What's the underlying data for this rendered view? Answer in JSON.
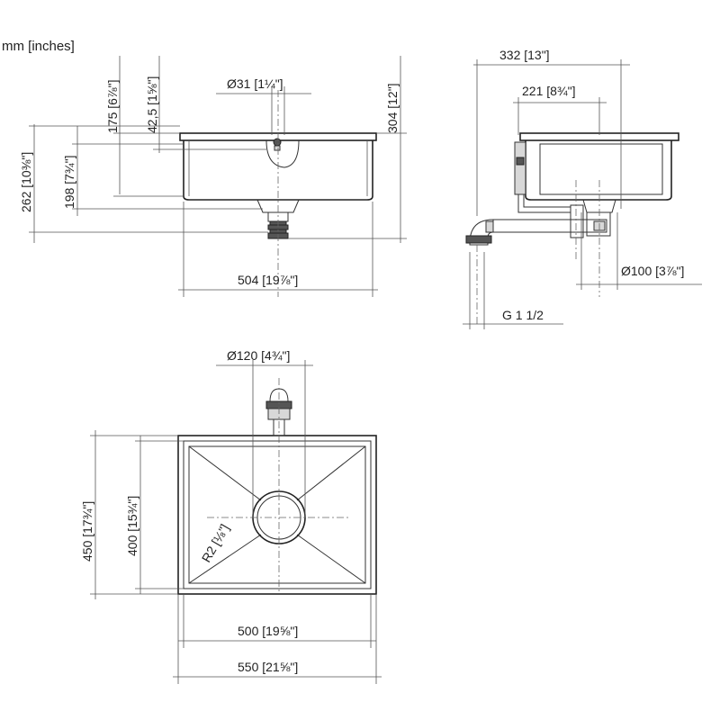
{
  "units_label": "mm [inches]",
  "front_view": {
    "drain_dia": "Ø31 [1¼\"]",
    "depth_175": "175 [6⅞\"]",
    "depth_42_5": "42,5 [1⅝\"]",
    "height_304": "304 [12\"]",
    "height_262": "262 [10⅜\"]",
    "height_198": "198 [7¾\"]",
    "width_504": "504 [19⅞\"]"
  },
  "side_view": {
    "depth_332": "332 [13\"]",
    "depth_221": "221 [8¾\"]",
    "outlet_dia": "Ø100 [3⅞\"]",
    "thread": "G 1 1/2"
  },
  "plan_view": {
    "drain_dia": "Ø120 [4¾\"]",
    "height_450": "450 [17¾\"]",
    "height_400": "400 [15¾\"]",
    "radius": "R2 [⅛\"]",
    "width_500": "500 [19⅝\"]",
    "width_550": "550 [21⅝\"]"
  }
}
